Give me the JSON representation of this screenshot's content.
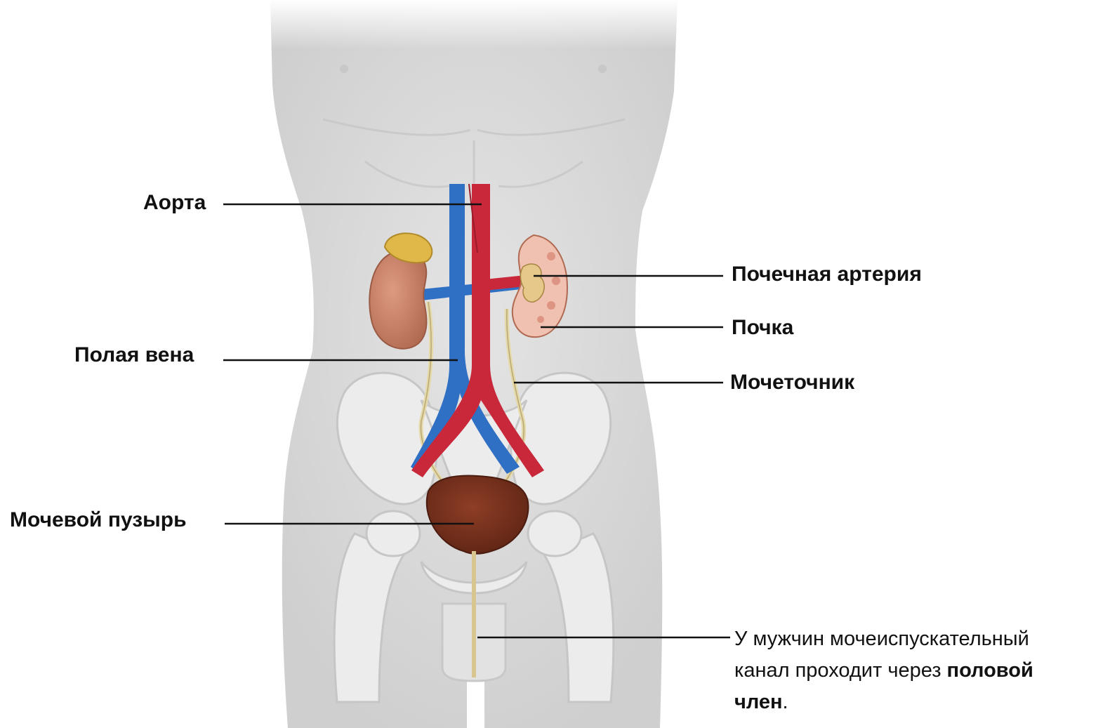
{
  "labels": {
    "aorta": "Аорта",
    "renal_artery": "Почечная артерия",
    "kidney": "Почка",
    "vena_cava": "Полая вена",
    "ureter": "Мочеточник",
    "bladder": "Мочевой пузырь"
  },
  "note": {
    "line1": "У мужчин мочеиспускательный",
    "line2_prefix": "канал проходит через ",
    "line2_bold": "половой",
    "line3_bold": "член",
    "line3_suffix": "."
  },
  "colors": {
    "body": "#d8d8d8",
    "bone": "#eeeeee",
    "aorta": "#c8283a",
    "vena_cava": "#2f6fc4",
    "kidney": "#c97f66",
    "adrenal": "#e0b84a",
    "ureter": "#e6d9a8",
    "bladder": "#7a3320"
  }
}
